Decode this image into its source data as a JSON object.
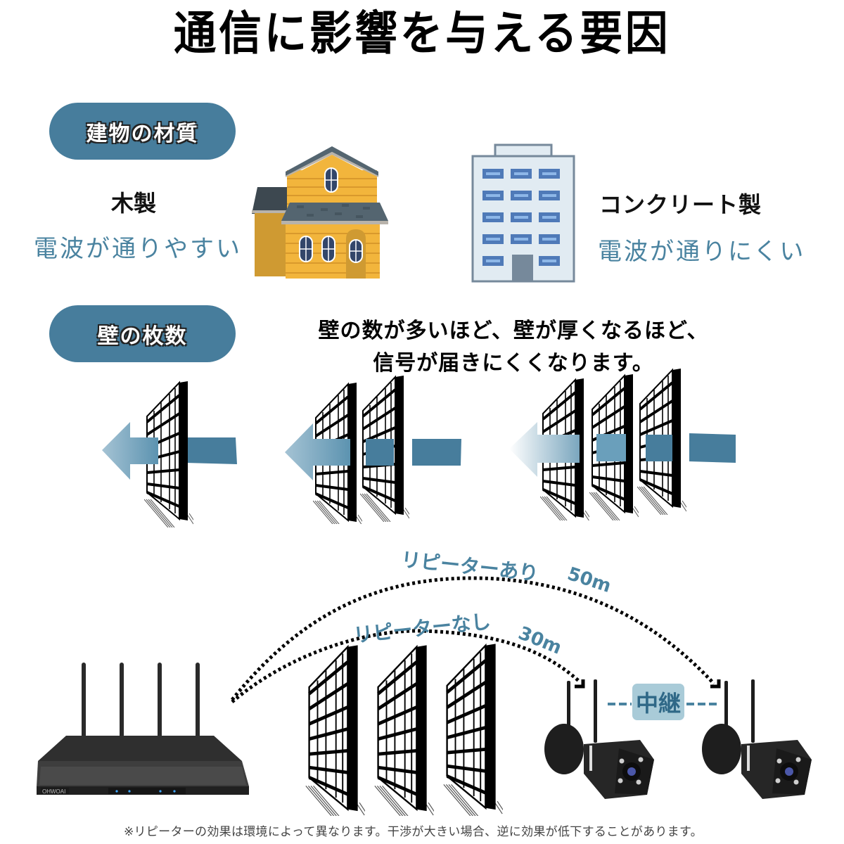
{
  "title": "通信に影響を与える要因",
  "section_material": {
    "pill_label": "建物の材質",
    "wood": {
      "title": "木製",
      "description": "電波が通りやすい",
      "icon": "wooden-house-icon"
    },
    "concrete": {
      "title": "コンクリート製",
      "description": "電波が通りにくい",
      "icon": "concrete-building-icon"
    }
  },
  "section_walls": {
    "pill_label": "壁の枚数",
    "description_line1": "壁の数が多いほど、壁が厚くなるほど、",
    "description_line2": "信号が届きにくくなります。",
    "diagrams": [
      {
        "walls": 1,
        "icon": "signal-arrow-through-wall-icon"
      },
      {
        "walls": 2,
        "icon": "signal-arrow-through-wall-icon"
      },
      {
        "walls": 3,
        "icon": "signal-arrow-through-wall-icon"
      }
    ]
  },
  "section_repeater": {
    "with_repeater": {
      "label": "リピーターあり",
      "distance": "50m"
    },
    "without_repeater": {
      "label": "リピーターなし",
      "distance": "30m"
    },
    "relay_badge": "中継",
    "nvr_brand": "OHWOAI",
    "camera_count": 2,
    "wall_count": 3
  },
  "footnote": "※リピーターの効果は環境によって異なります。干渉が大きい場合、逆に効果が低下することがあります。",
  "colors": {
    "accent_blue": "#477d9c",
    "text_blue": "#4a83a0",
    "badge_bg": "#a9cbd8",
    "house_yellow": "#f2b53c",
    "roof_gray": "#546570",
    "building_blue": "#5b80c0"
  }
}
